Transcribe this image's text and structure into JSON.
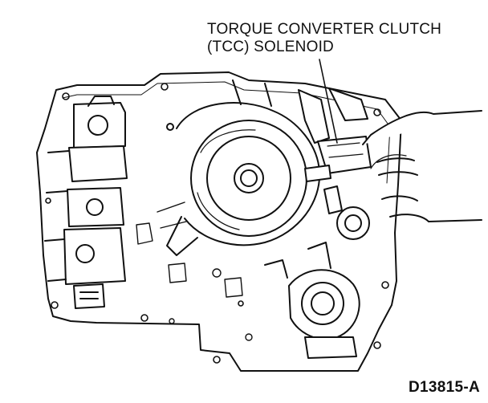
{
  "callout": {
    "line1": "TORQUE CONVERTER CLUTCH",
    "line2": "(TCC) SOLENOID"
  },
  "figure_id": "D13815-A"
}
